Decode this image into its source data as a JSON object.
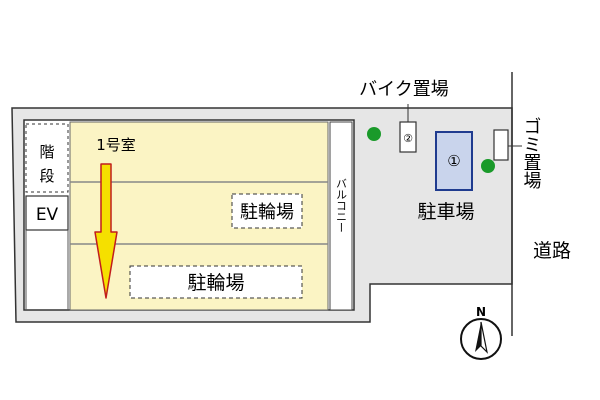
{
  "labels": {
    "stairs_1": "階",
    "stairs_2": "段",
    "ev": "EV",
    "room": "1号室",
    "bike_parking_inner": "駐輪場",
    "bike_parking_lower": "駐輪場",
    "balcony": "バルコニー",
    "motorbike_parking": "バイク置場",
    "slot_2": "②",
    "slot_1": "①",
    "car_parking": "駐車場",
    "garbage_area": "ゴミ置場",
    "road": "道路",
    "north": "N"
  },
  "colors": {
    "room_fill": "#fbf4c4",
    "site_fill": "#e6e6e6",
    "parking_space_fill": "#c9d4ec",
    "parking_space_stroke": "#1f3b8f",
    "tree": "#1a9a2a",
    "arrow_fill": "#f5e000",
    "arrow_stroke": "#c21d1d"
  },
  "icons": {
    "trees": "tree-icon",
    "compass": "compass-icon",
    "arrow": "room-direction-arrow-icon"
  }
}
